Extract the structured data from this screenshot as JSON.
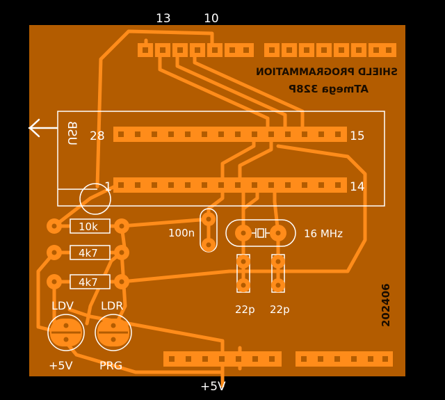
{
  "colors": {
    "background": "#000000",
    "board": "#B35C00",
    "copper": "#FF8C1A",
    "pad_hole": "#B35C00",
    "silkscreen": "#FFFFFF",
    "copper_text": "#1A0D00"
  },
  "header_top": {
    "label_left": "13",
    "label_right": "10"
  },
  "board_title": {
    "line1": "SHIELD PROGRAMMATION",
    "line2": "ATmega 328P"
  },
  "ic": {
    "pin_top_left": "28",
    "pin_top_right": "15",
    "pin_bottom_left": "1",
    "pin_bottom_right": "14",
    "usb_label": "USB",
    "usb_arrow_icon": "arrow-left-icon"
  },
  "components": {
    "r1": "10k",
    "r2": "4k7",
    "r3": "4k7",
    "cap_100n": "100n",
    "crystal": "16 MHz",
    "cap1": "22p",
    "cap2": "22p"
  },
  "leds": {
    "left": "LDV",
    "right": "LDR"
  },
  "jumpers": {
    "left": "+5V",
    "right": "PRG"
  },
  "bottom": {
    "power": "+5V"
  },
  "date_code": "202406"
}
